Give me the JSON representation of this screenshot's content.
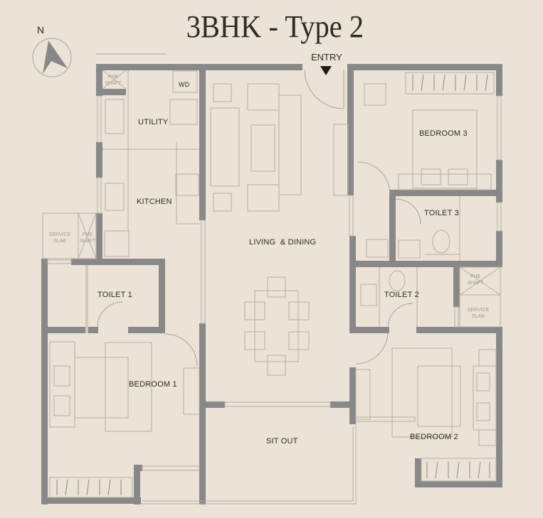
{
  "header": {
    "title": "3BHK - Type 2",
    "compass_label": "N",
    "entry_label": "ENTRY"
  },
  "rooms": {
    "utility": "UTILITY",
    "kitchen": "KITCHEN",
    "toilet1": "TOILET 1",
    "bedroom1": "BEDROOM 1",
    "living_dining": "LIVING  & DINING",
    "sit_out": "SIT OUT",
    "bedroom3": "BEDROOM 3",
    "toilet3": "TOILET 3",
    "toilet2": "TOILET 2",
    "bedroom2": "BEDROOM 2"
  },
  "fixtures": {
    "wd": "WD",
    "phe_shaft_1": "PHE SHAFT",
    "phe_shaft_2": "PHE SHAFT",
    "phe_shaft_3": "PHE SHAFT",
    "service_slab_1": "SERVICE SLAB",
    "service_slab_2": "SERVICE SLAB"
  },
  "colors": {
    "background": "#ebe3d7",
    "wall": "#8a8886",
    "text": "#2e2a26",
    "furniture_line": "#8f8a84"
  }
}
